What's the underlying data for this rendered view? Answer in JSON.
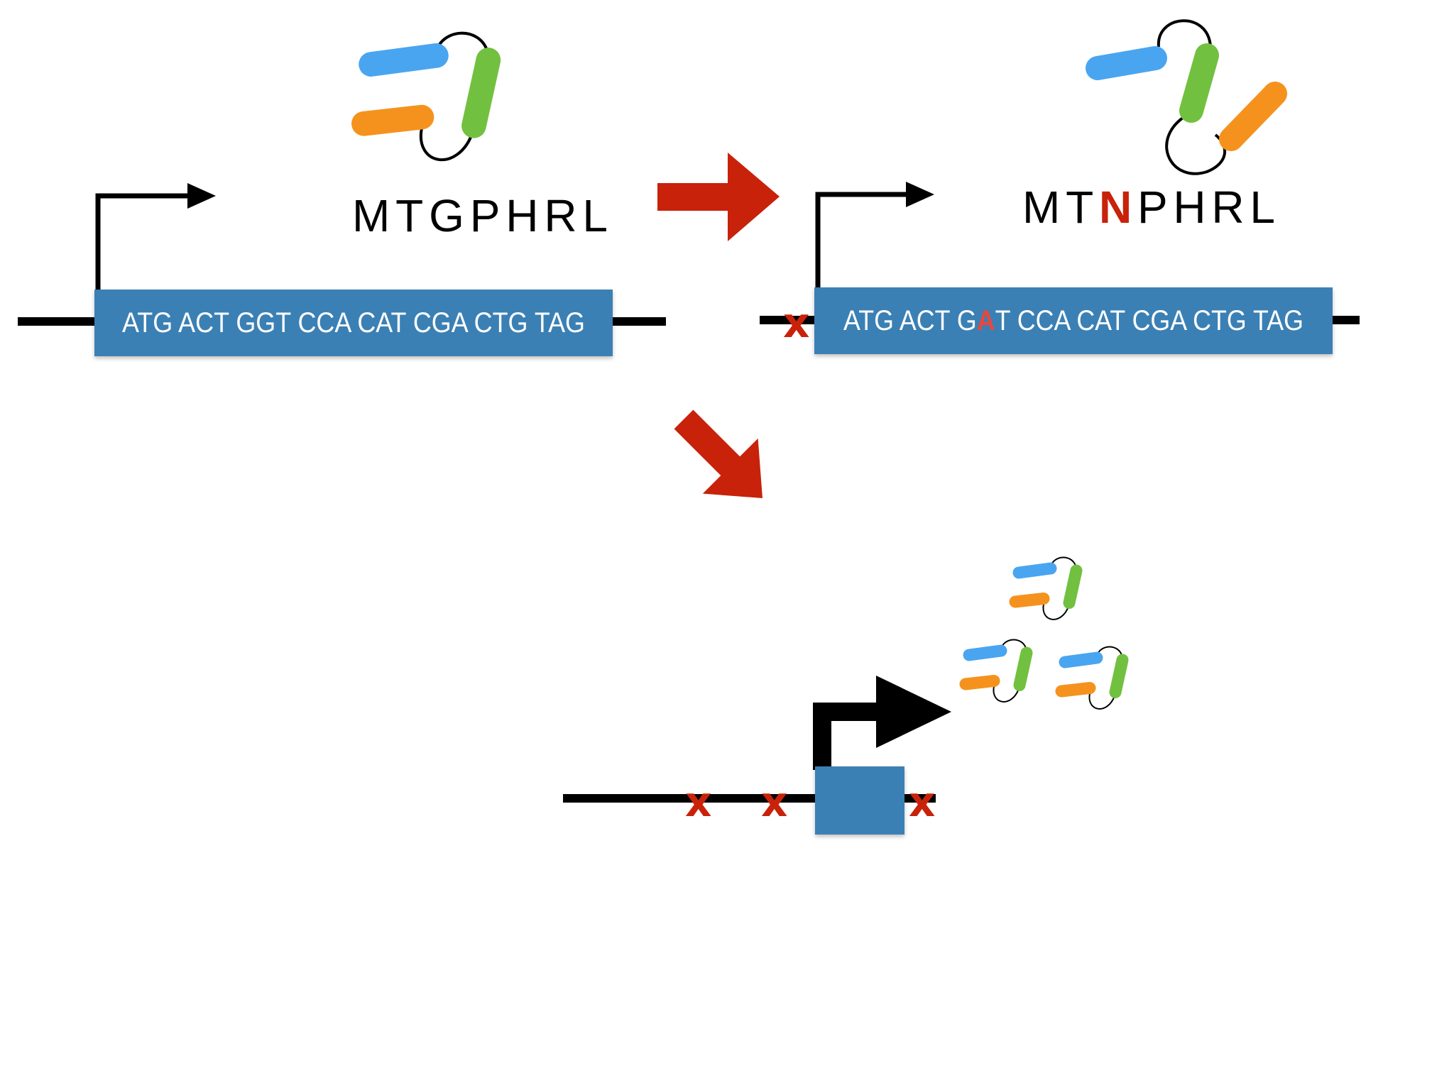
{
  "colors": {
    "gene_box": "#3A80B4",
    "mutation_red": "#C8220A",
    "mutation_base": "#E8473E",
    "helix_blue": "#4AA5F0",
    "helix_green": "#72C040",
    "helix_orange": "#F5921E",
    "line": "#000000"
  },
  "icons": [
    "promoter-arrow-icon",
    "protein-icon",
    "mutation-x-icon",
    "process-arrow-icon"
  ],
  "panel_a": {
    "sequence": "ATG ACT GGT CCA CAT CGA CTG TAG",
    "protein": "MTGPHRL"
  },
  "panel_b": {
    "sequence": {
      "before": "ATG ACT G",
      "mutated_base": "A",
      "after": "T CCA CAT CGA CTG TAG"
    },
    "protein": {
      "before": "MT",
      "mutated_residue": "N",
      "after": "PHRL"
    }
  }
}
